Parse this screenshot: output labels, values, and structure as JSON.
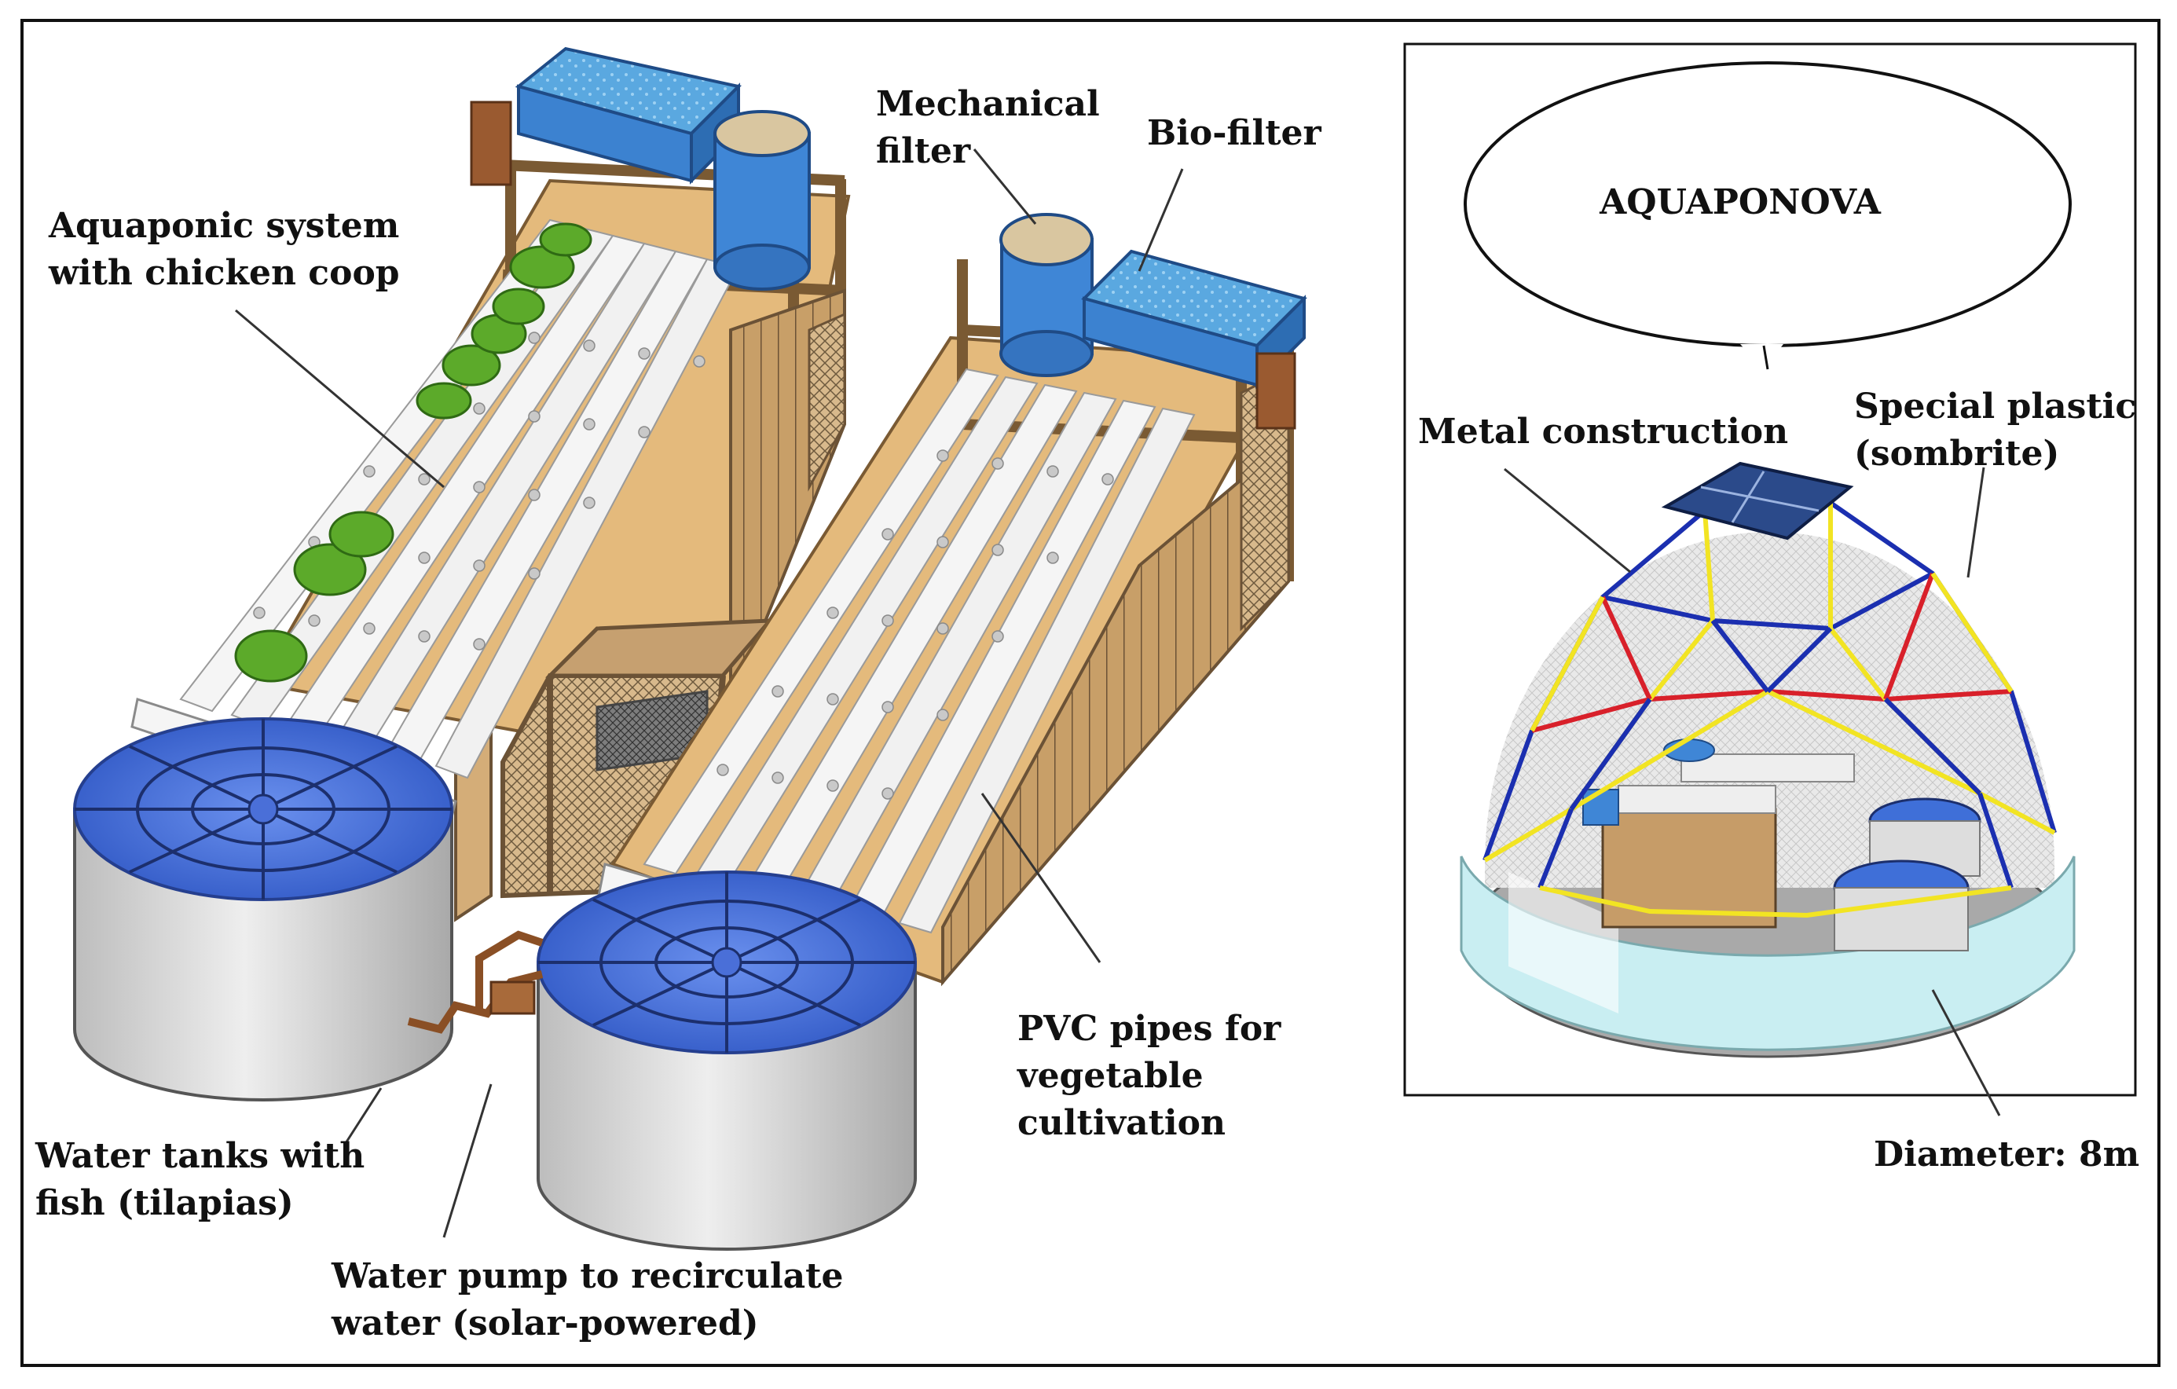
{
  "dome_title": "AQUAPONOVA",
  "labels": {
    "aquaponic": [
      "Aquaponic system",
      "with chicken coop"
    ],
    "mechanical_filter": [
      "Mechanical",
      "filter"
    ],
    "bio_filter": "Bio-filter",
    "pvc": [
      "PVC pipes for",
      "vegetable",
      "cultivation"
    ],
    "water_tanks": [
      "Water tanks with",
      "fish (tilapias)"
    ],
    "water_pump": [
      "Water pump to recirculate",
      "water (solar-powered)"
    ],
    "metal": "Metal construction",
    "special_plastic": [
      "Special plastic",
      "(sombrite)"
    ],
    "diameter": "Diameter: 8m"
  },
  "colors": {
    "water": "#3f6fd8",
    "tank": "#d9d9d9",
    "wood": "#b98a4e",
    "floor": "#e2b77a",
    "pipe": "#f4f4f4",
    "plant": "#5caa2a",
    "filter": "#3c82d0",
    "dome_red": "#d8202a",
    "dome_blue": "#1b2fb0",
    "dome_yellow": "#f2e423",
    "dome_wall": "#c9eef2",
    "solar": "#2b4a8a"
  }
}
